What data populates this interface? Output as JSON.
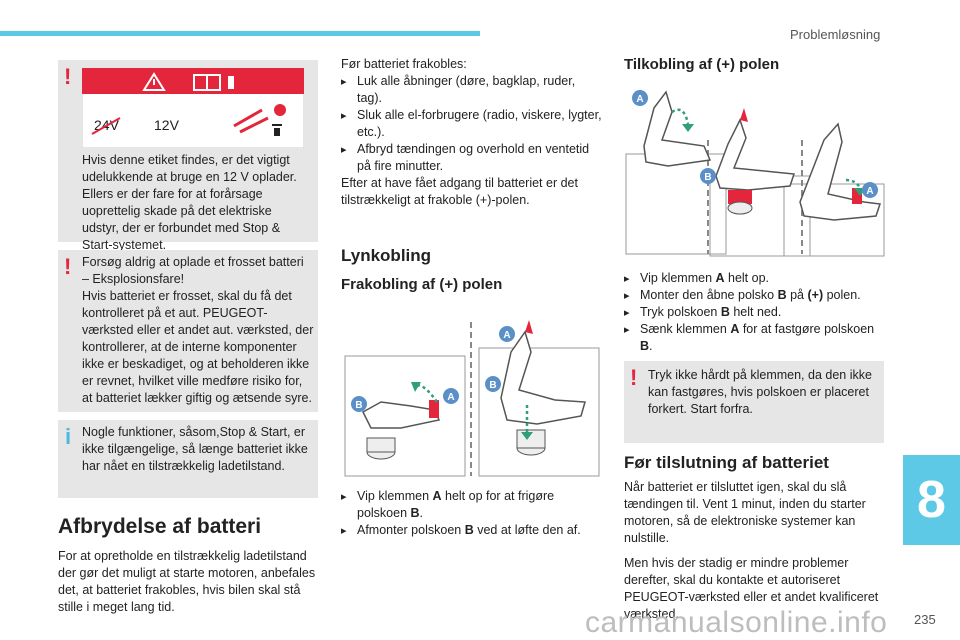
{
  "header": {
    "section": "Problemløsning",
    "chapter": "8",
    "page_number": "235"
  },
  "label_figure": {
    "voltage_a": "24V",
    "voltage_b": "12V"
  },
  "warnings": {
    "label": "Hvis denne etiket findes, er det vigtigt udelukkende at bruge en 12 V oplader. Ellers er der fare for at forårsage uoprettelig skade på det elektriske udstyr, der er forbundet med Stop & Start-systemet.",
    "frozen": [
      "Forsøg aldrig at oplade et frosset batteri – Eksplosionsfare!",
      "Hvis batteriet er frosset, skal du få det kontrolleret på et aut. PEUGEOT-værksted eller et andet aut. værksted, der kontrollerer, at de interne komponenter ikke er beskadiget, og at beholderen ikke er revnet, hvilket ville medføre risiko for, at batteriet lækker giftig og ætsende syre."
    ],
    "info": "Nogle funktioner, såsom,Stop & Start, er ikke tilgængelige, så længe batteriet ikke har nået en tilstrækkelig ladetilstand."
  },
  "disconnect": {
    "title": "Afbrydelse af batteri",
    "body": "For at opretholde en tilstrækkelig ladetilstand der gør det muligt at starte motoren, anbefales det, at batteriet frakobles, hvis bilen skal stå stille i meget lang tid."
  },
  "before": {
    "intro": "Før batteriet frakobles:",
    "bullets": [
      "Luk alle åbninger (døre, bagklap, ruder, tag).",
      "Sluk alle el-forbrugere (radio, viskere, lygter, etc.).",
      "Afbryd tændingen og overhold en ventetid på fire minutter."
    ],
    "after": "Efter at have fået adgang til batteriet er det tilstrækkeligt at frakoble (+)-polen."
  },
  "quick": {
    "title": "Lynkobling",
    "subtitle": "Frakobling af (+) polen",
    "bullets": [
      [
        "Vip klemmen ",
        "A",
        " helt op for at frigøre polskoen ",
        "B",
        "."
      ],
      [
        "Afmonter polskoen ",
        "B",
        " ved at løfte den af."
      ]
    ]
  },
  "connect": {
    "title": "Tilkobling af (+) polen",
    "bullets": [
      [
        "Vip klemmen ",
        "A",
        " helt op."
      ],
      [
        "Monter den åbne polsko ",
        "B",
        " på ",
        "(+)",
        " polen."
      ],
      [
        "Tryk polskoen ",
        "B",
        " helt ned."
      ],
      [
        "Sænk klemmen ",
        "A",
        " for at fastgøre polskoen ",
        "B",
        "."
      ]
    ],
    "warning": "Tryk ikke hårdt på klemmen, da den ikke kan fastgøres, hvis polskoen er placeret forkert. Start forfra."
  },
  "before_connect": {
    "title": "Før tilslutning af batteriet",
    "p1": "Når batteriet er tilsluttet igen, skal du slå tændingen til. Vent 1 minut, inden du starter motoren, så de elektroniske systemer kan nulstille.",
    "p2": "Men hvis der stadig er mindre problemer derefter, skal du kontakte et autoriseret PEUGEOT-værksted eller et andet kvalificeret værksted."
  },
  "figure_letters": {
    "a": "A",
    "b": "B"
  },
  "watermark": "carmanualsonline.info",
  "colors": {
    "accent": "#5ec9e6",
    "warning": "#e3263b",
    "box": "#e6e6e6",
    "badge": "#5b8fc8"
  }
}
